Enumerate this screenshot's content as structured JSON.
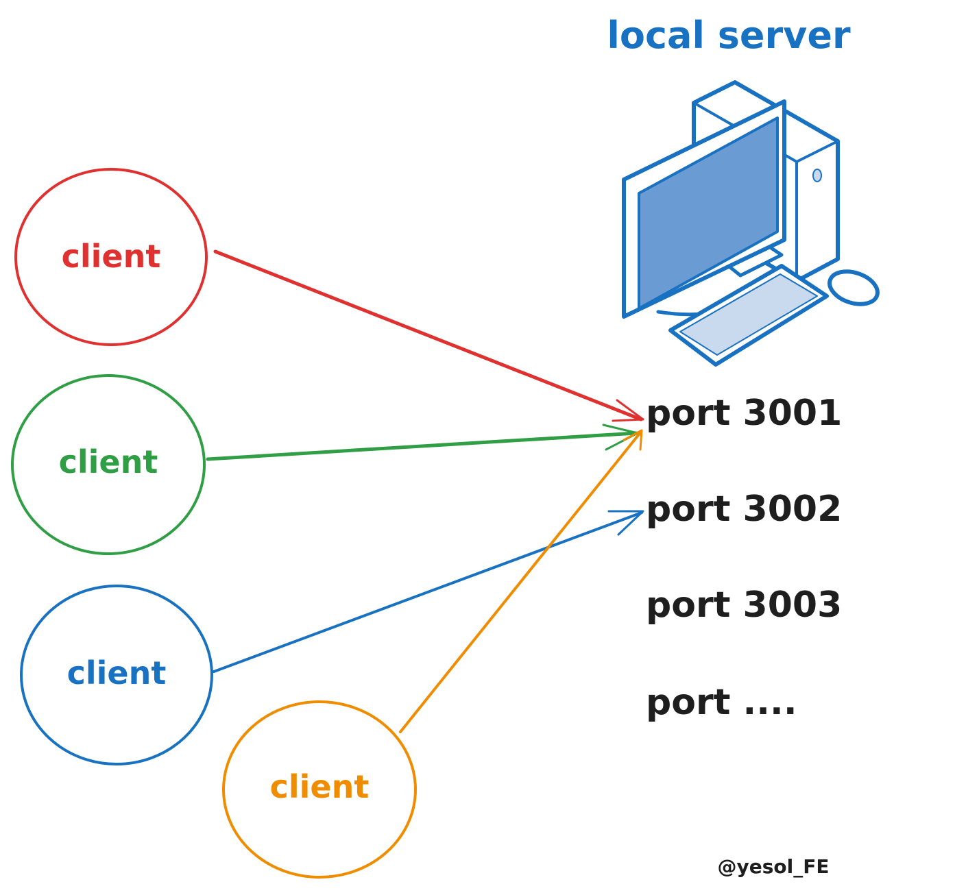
{
  "server": {
    "title": "local server",
    "color": "#1971c2"
  },
  "clients": [
    {
      "label": "client",
      "color": "#e03131",
      "port": "port 3001"
    },
    {
      "label": "client",
      "color": "#2f9e44",
      "port": "port 3001"
    },
    {
      "label": "client",
      "color": "#1971c2",
      "port": "port 3002"
    },
    {
      "label": "client",
      "color": "#f08c00",
      "port": "port 3001"
    }
  ],
  "ports": [
    "port 3001",
    "port 3002",
    "port 3003",
    "port ...."
  ],
  "credit": "@yesol_FE",
  "colors": {
    "port_text": "#1e1e1e",
    "computer_outline": "#1971c2",
    "computer_screen": "#6a9bd3",
    "keyboard_keys": "#c9d9ee"
  },
  "icons": {
    "server": "desktop-computer-icon"
  }
}
